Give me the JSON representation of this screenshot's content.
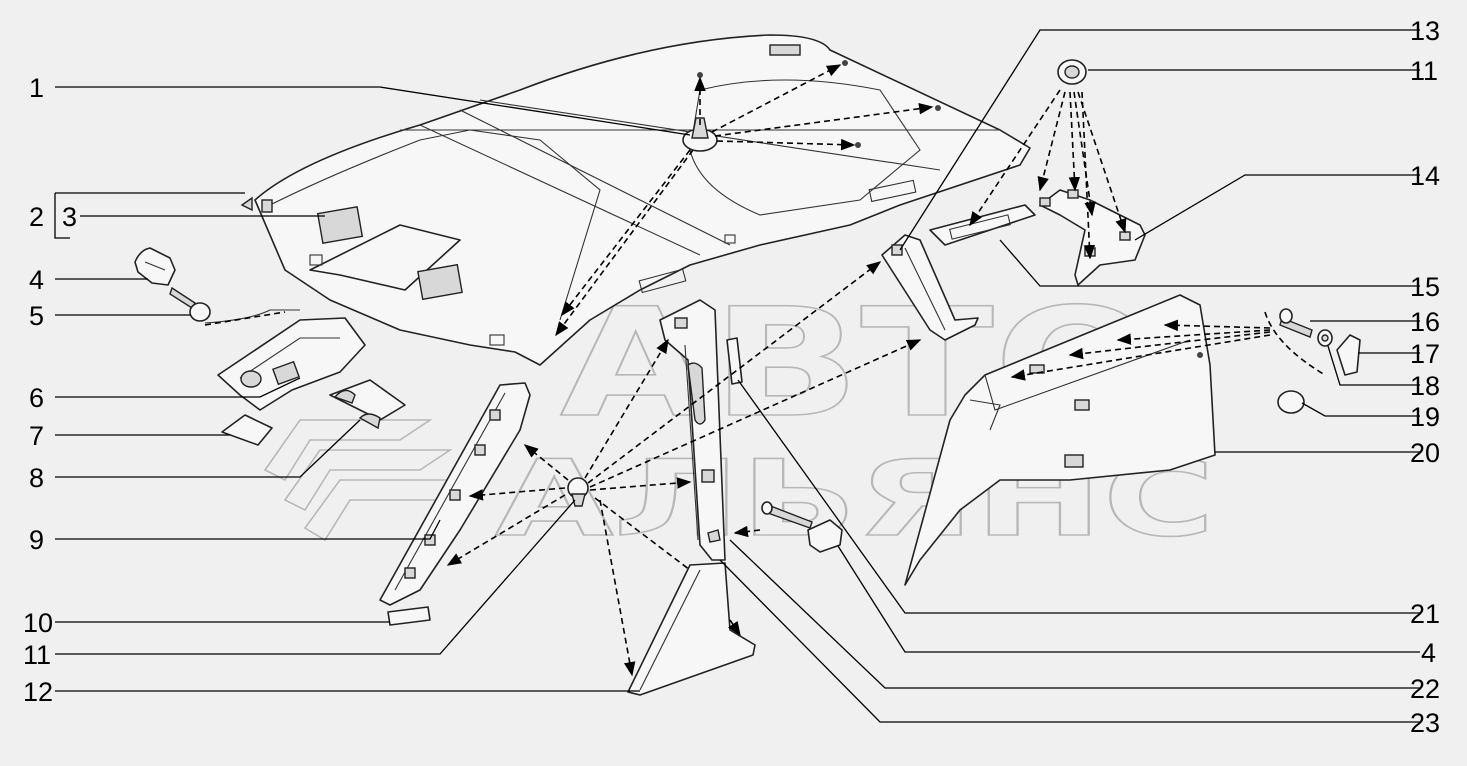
{
  "watermark": {
    "line1": "АВТО",
    "line2": "АЛЬЯНС"
  },
  "callouts": {
    "c1": "1",
    "c2": "2",
    "c3": "3",
    "c4_left": "4",
    "c5": "5",
    "c6": "6",
    "c7": "7",
    "c8": "8",
    "c9": "9",
    "c10": "10",
    "c11_left": "11",
    "c12": "12",
    "c13": "13",
    "c11_right": "11",
    "c14": "14",
    "c15": "15",
    "c16": "16",
    "c17": "17",
    "c18": "18",
    "c19": "19",
    "c20": "20",
    "c21": "21",
    "c4_right": "4",
    "c22": "22",
    "c23": "23"
  }
}
